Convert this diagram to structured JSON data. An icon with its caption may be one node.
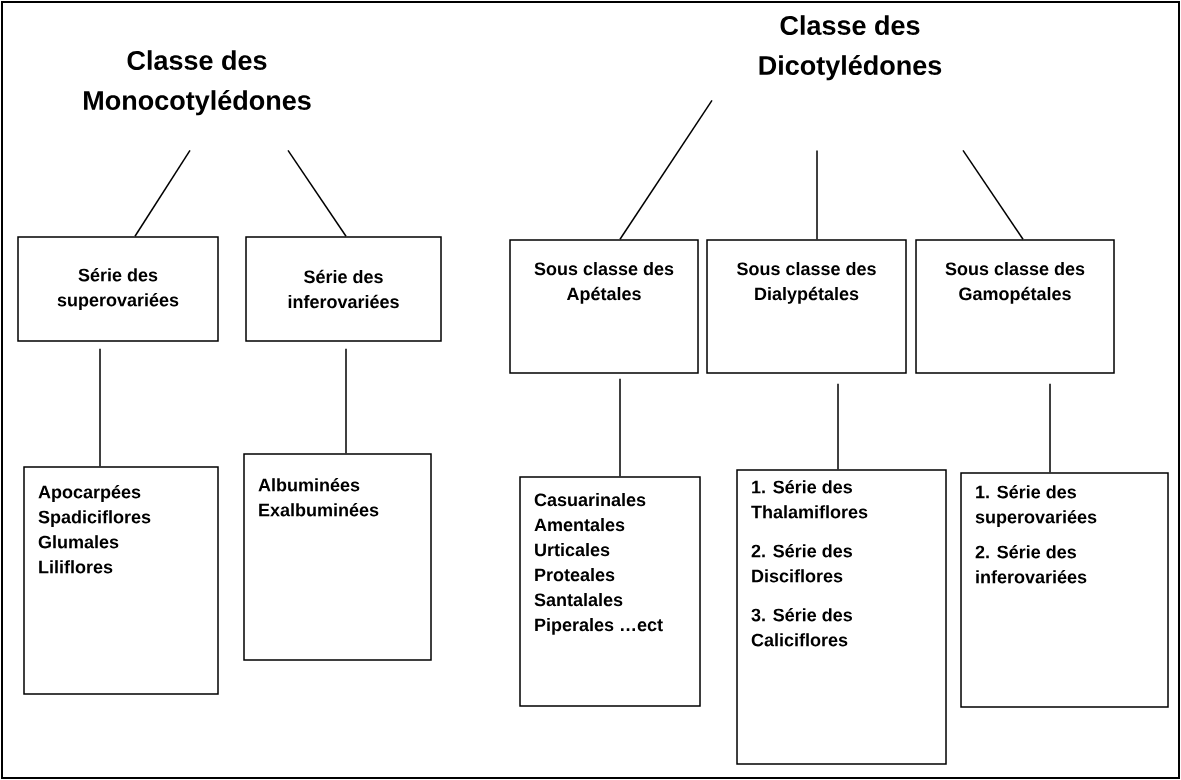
{
  "diagram": {
    "nodes": [
      {
        "text": [
          "Classe des Monocotylédones"
        ]
      },
      {
        "text": [
          "Classe des Dicotylédones"
        ]
      },
      {
        "text": [
          "Série des superovariées"
        ]
      },
      {
        "text": [
          "Série des inferovariées"
        ]
      },
      {
        "text": [
          "Sous classe des Apétales"
        ]
      },
      {
        "text": [
          "Sous classe des Dialypétales"
        ]
      },
      {
        "text": [
          "Sous classe des Gamopétales"
        ]
      },
      {
        "text": [
          "Apocarpées",
          "Spadiciflores",
          "Glumales",
          "Liliflores"
        ]
      },
      {
        "text": [
          "Albuminées",
          "Exalbuminées"
        ]
      },
      {
        "text": [
          "Casuarinales",
          "Amentales",
          "Urticales",
          "Proteales",
          "Santalales",
          "Piperales …ect"
        ]
      },
      {
        "text": [
          "1. Série des Thalamiflores",
          "2. Série des Disciflores",
          "3. Série des Caliciflores"
        ]
      },
      {
        "text": [
          "1. Série des superovariées",
          "2. Série des inferovariées"
        ]
      }
    ],
    "edges": [
      {
        "from": 0,
        "to": 2,
        "arrow": "none"
      },
      {
        "from": 0,
        "to": 3,
        "arrow": "none"
      },
      {
        "from": 1,
        "to": 4,
        "arrow": "none"
      },
      {
        "from": 1,
        "to": 5,
        "arrow": "none"
      },
      {
        "from": 1,
        "to": 6,
        "arrow": "none"
      },
      {
        "from": 2,
        "to": 7,
        "arrow": "none"
      },
      {
        "from": 3,
        "to": 8,
        "arrow": "none"
      },
      {
        "from": 4,
        "to": 9,
        "arrow": "none"
      },
      {
        "from": 5,
        "to": 10,
        "arrow": "none"
      },
      {
        "from": 6,
        "to": 11,
        "arrow": "none"
      }
    ]
  }
}
